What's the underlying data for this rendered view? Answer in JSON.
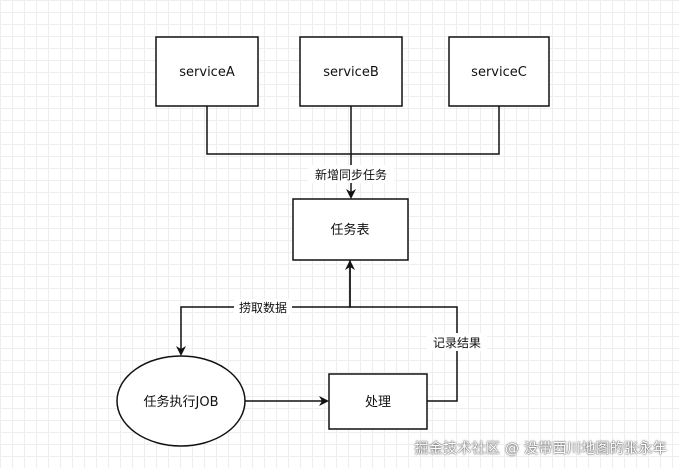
{
  "nodes": {
    "service_a": "serviceA",
    "service_b": "serviceB",
    "service_c": "serviceC",
    "task_table": "任务表",
    "task_job": "任务执行JOB",
    "process": "处理"
  },
  "edges": {
    "new_sync_task": "新增同步任务",
    "fetch_data": "捞取数据",
    "record_result": "记录结果"
  },
  "watermark": "掘金技术社区 @ 没带西川地图的张永年",
  "colors": {
    "stroke": "#111111",
    "background": "#ffffff",
    "grid": "#eeeeee"
  }
}
